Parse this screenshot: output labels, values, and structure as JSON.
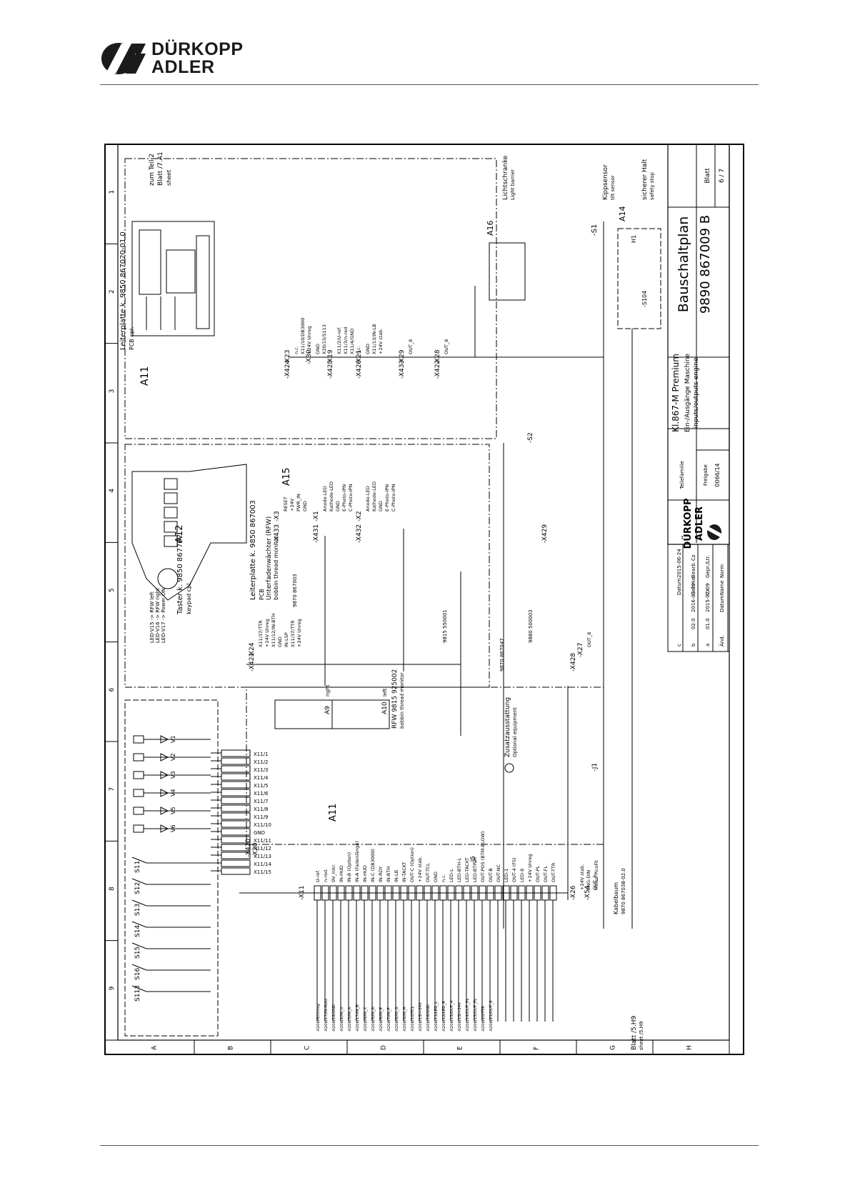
{
  "header": {
    "brand_line1": "DÜRKOPP",
    "brand_line2": "ADLER",
    "logo_icon": "duerkopp-adler-logo"
  },
  "schematic": {
    "columns": [
      "1",
      "2",
      "3",
      "4",
      "5",
      "6",
      "7",
      "8",
      "9"
    ],
    "rows": [
      "A",
      "B",
      "C",
      "D",
      "E",
      "F",
      "G",
      "H"
    ],
    "title_block": {
      "doc_title": "Bauschaltplan",
      "doc_number": "9890  867009  B",
      "sheet_label": "Blatt",
      "sheet_value": "6 / 7",
      "product_line1": "Kl.867-M Premium",
      "product_line2": "Ein-/Ausgänge Maschine",
      "product_line3": "inputs/outputs engine",
      "teilefamilie": "Teilefamilie",
      "freigabe_label": "Freigabe",
      "freigabe_value": "0066/14",
      "brand_line1": "DÜRKOPP",
      "brand_line2": "ADLER",
      "rev_rows": [
        {
          "col0": "c",
          "col1": "",
          "col2": "",
          "col3": "Datum",
          "col4": "2015-06-24"
        },
        {
          "col0": "b",
          "col1": "02.0",
          "col2": "2016-03-30",
          "col3": "Gehrke",
          "col4": "Bearb.",
          "col5": "Cz"
        },
        {
          "col0": "a",
          "col1": "01.0",
          "col2": "2015-07-09",
          "col3": "Cz",
          "col4": "Gepr./Ltr.",
          "col5": ""
        },
        {
          "col0": "Änd.",
          "col1": "",
          "col2": "Datum",
          "col3": "Name",
          "col4": "Norm",
          "col5": ""
        }
      ]
    },
    "blocks": {
      "a11_pcb": {
        "title": "Leiterplatte k. 9850 867020-01.0",
        "sub": "PCB cpl.",
        "label": "A11",
        "ref": "zum Teil 2",
        "ref2": "Blatt /7.A1",
        "ref3": "sheet"
      },
      "a12": {
        "title": "Taster k. 9850 867707",
        "sub": "keypad cpl.",
        "label": "A12",
        "led1": "LED-V15 -> RFW left",
        "led2": "LED-V16 -> RFW right",
        "led3": "LED-V17 -> Power ON"
      },
      "a15": {
        "title": "Leiterplatte k. 9850 867003",
        "sub1": "PCB",
        "sub2": "Unterfadenwächter (RFW)",
        "sub3": "bobbin thread monitor",
        "label": "A15"
      },
      "a16": {
        "label": "A16",
        "name": "Lichtschranke",
        "name_en": "Light barrier"
      },
      "s1": {
        "label": "-S1",
        "name": "Kippsensor",
        "name_en": "tilt sensor"
      },
      "a14": {
        "label": "A14",
        "name": "sicherer Halt",
        "name_en": "safety stop",
        "switch": "-S104",
        "lamp": "H1"
      },
      "a9": {
        "label": "A9",
        "side": "right"
      },
      "a10": {
        "label": "A10",
        "side": "left",
        "rfw": "RFW 9815 925002",
        "rfw_en": "bobbin thread monitor"
      },
      "optional": {
        "label": "Zusatzausstattung",
        "label_en": "Optional equipment"
      },
      "cable": {
        "label": "Kabelbaum",
        "number": "9870 867038-02.0"
      },
      "sheet_ref": {
        "label": "Blatt /5.H9",
        "label_en": "sheet /5.H9"
      },
      "a11_main": {
        "label": "A11"
      }
    },
    "connectors": {
      "x23": {
        "label": "-X23",
        "pins": [
          "n.c.",
          "X11/10/DB3000",
          "+24V Unreg"
        ]
      },
      "x24_top": {
        "label": "-X424"
      },
      "x30": {
        "label": "-X30",
        "pins": [
          "GND",
          "X20/15/S113"
        ]
      },
      "x425": {
        "label": "-X425"
      },
      "x19": {
        "label": "-X19",
        "pins": [
          "X11/2/U-ref.",
          "X11/3/n-red",
          "X11/4/GND",
          "n.c."
        ]
      },
      "x426": {
        "label": "-X426"
      },
      "x21": {
        "label": "-X21",
        "pins": [
          "GND",
          "X11/13/IN-LB",
          "+24V stab."
        ]
      },
      "x433_top": {
        "label": "-X433"
      },
      "x29": {
        "label": "-X29",
        "pins": [
          "OUT_8"
        ]
      },
      "x422": {
        "label": "-X422"
      },
      "x28": {
        "label": "-X28",
        "pins": [
          "OUT_8"
        ]
      },
      "x433": {
        "label": "-X433"
      },
      "x3": {
        "label": "-X3",
        "pins": [
          "RESET",
          "+24V",
          "PWR_IN",
          "GND"
        ]
      },
      "x431": {
        "label": "-X431"
      },
      "x1": {
        "label": "-X1",
        "pins": [
          "Anode-LED",
          "Kathode-LED",
          "GND",
          "E-Photo-IPN",
          "C-Photo-IPN"
        ]
      },
      "x432": {
        "label": "-X432"
      },
      "x2": {
        "label": "-X2",
        "pins": [
          "Anode-LED",
          "Kathode-LED",
          "GND",
          "E-Photo-IPN",
          "C-Photo-IPN"
        ]
      },
      "x421": {
        "label": "-X421"
      },
      "x24": {
        "label": "-X24",
        "pins": [
          "X11/37/TTR",
          "+24V Unreg",
          "X11/12/IN-BTH",
          "GND",
          "IN-LSP",
          "X11/37/TTR",
          "+24V Unreg"
        ]
      },
      "x420": {
        "label": "-X420"
      },
      "x20": {
        "label": "-X20"
      },
      "x11": {
        "label": "-X11"
      },
      "x429": {
        "label": "-X429"
      },
      "x428": {
        "label": "-X428"
      },
      "x27": {
        "label": "-X27",
        "pins": [
          "OUT_8"
        ]
      },
      "x26": {
        "label": "-X26",
        "pins": [
          "+24V stab.",
          "ENG-DIN",
          "OUT_8"
        ]
      },
      "x54": {
        "label": "-X54",
        "pins": [
          "Molex PicoFit"
        ]
      },
      "j1": {
        "label": "-J1"
      },
      "j5": {
        "label": "-J5"
      },
      "s2": {
        "label": "-S2"
      }
    },
    "cables": {
      "c1": "9870 867003",
      "c2": "9815 550001",
      "c3": "9880 500003",
      "c4": "9870 867047"
    },
    "x11_pins": [
      "U-ref.",
      "n-red.",
      "0V_Inkr.",
      "IN-HUD",
      "IN-B (Option)",
      "IN-A (Fadenlänge)",
      "IN-HUD",
      "IN-C (DB3000)",
      "IN-RDY",
      "IN-BTH",
      "IN-LB",
      "IN-TACKT",
      "OUT-C (Option)",
      "+24V stab.",
      "OUT-TCL",
      "GND",
      "n.c.",
      "LED-L",
      "LED-BTH-L",
      "LED-TACKT",
      "LED-BTH-R",
      "OUT-POS (BTM-BLOW)",
      "OUT-B",
      "OUT-NC",
      "LED-1",
      "OUT-4 (FS)",
      "LED-8",
      "+24V Unreg",
      "OUT-PL",
      "OUT-FL",
      "OUT-TTR"
    ],
    "x11_wires": [
      "-X20b/6/Unreg",
      "-X20b/17/IN-Hold",
      "-X20b/18/GND",
      "-X20b/2/IN_U",
      "-X20b/3/IN_A",
      "-X20b/17/IN_B",
      "-X20b/4/IN_C",
      "-X20b/5/IN_D",
      "-X20b/6/IN_E",
      "-X20b/7/IN_F",
      "-X20b/8/IN_G",
      "-X20b/9/IN_H",
      "-X20b/10/TCL",
      "-X20b/15/+24V",
      "-X20b/16/GND",
      "-X20b/11/LED_L",
      "-X20b/12/LED_R",
      "-X20b/13/OUT_4",
      "-X20b/19/+24V",
      "-X20b/14/OUT_PL",
      "-X20b/15/OUT_FL",
      "-X20b/20/TTR",
      "-X20b/21/OUT_8"
    ],
    "x20_pins": [
      "X11/1",
      "X11/2",
      "X11/3",
      "X11/4",
      "X11/5",
      "X11/6",
      "X11/7",
      "X11/8",
      "X11/9",
      "X11/10",
      "GND",
      "X11/11",
      "X11/12",
      "X11/13",
      "X11/14",
      "X11/15"
    ],
    "switches": [
      "S11",
      "S12",
      "S13",
      "S14",
      "S15",
      "S16",
      "S113"
    ],
    "leds": [
      "V1",
      "V2",
      "V3",
      "V4",
      "V5",
      "V6"
    ]
  }
}
